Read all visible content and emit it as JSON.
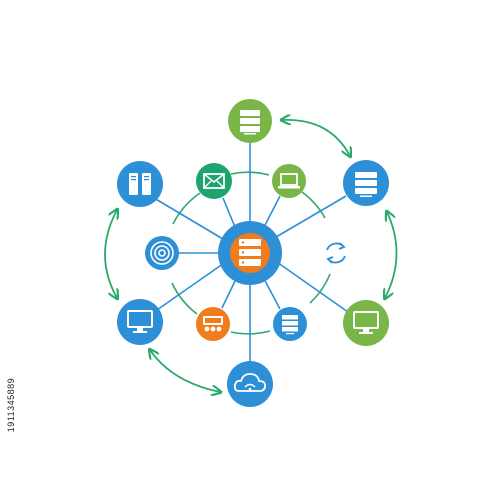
{
  "colors": {
    "blue": "#2d8fd5",
    "green": "#7ab547",
    "teal": "#1fa46f",
    "orange": "#f07c1e",
    "link": "#2ba96b",
    "connector": "#2d8fd5",
    "icon_fg": "#ffffff"
  },
  "hub": {
    "icon": "server-rack-icon",
    "ring": "blue",
    "fill": "orange"
  },
  "nodes": [
    {
      "name": "top-server-node",
      "icon": "server-rack-icon",
      "color": "green"
    },
    {
      "name": "right-server-node",
      "icon": "server-rack-icon",
      "color": "blue"
    },
    {
      "name": "right-monitor-node",
      "icon": "monitor-icon",
      "color": "green"
    },
    {
      "name": "cloud-node",
      "icon": "cloud-wifi-icon",
      "color": "blue"
    },
    {
      "name": "left-monitor-node",
      "icon": "monitor-icon",
      "color": "blue"
    },
    {
      "name": "left-server-node",
      "icon": "server-tower-icon",
      "color": "blue"
    },
    {
      "name": "mail-node",
      "icon": "envelope-icon",
      "color": "teal"
    },
    {
      "name": "laptop-node",
      "icon": "laptop-icon",
      "color": "green"
    },
    {
      "name": "sync-node",
      "icon": "sync-icon",
      "color": "none"
    },
    {
      "name": "small-server-node",
      "icon": "server-rack-icon",
      "color": "blue"
    },
    {
      "name": "network-node",
      "icon": "network-icon",
      "color": "orange"
    },
    {
      "name": "target-node",
      "icon": "target-icon",
      "color": "blue"
    }
  ],
  "stock_id": "1911345889"
}
